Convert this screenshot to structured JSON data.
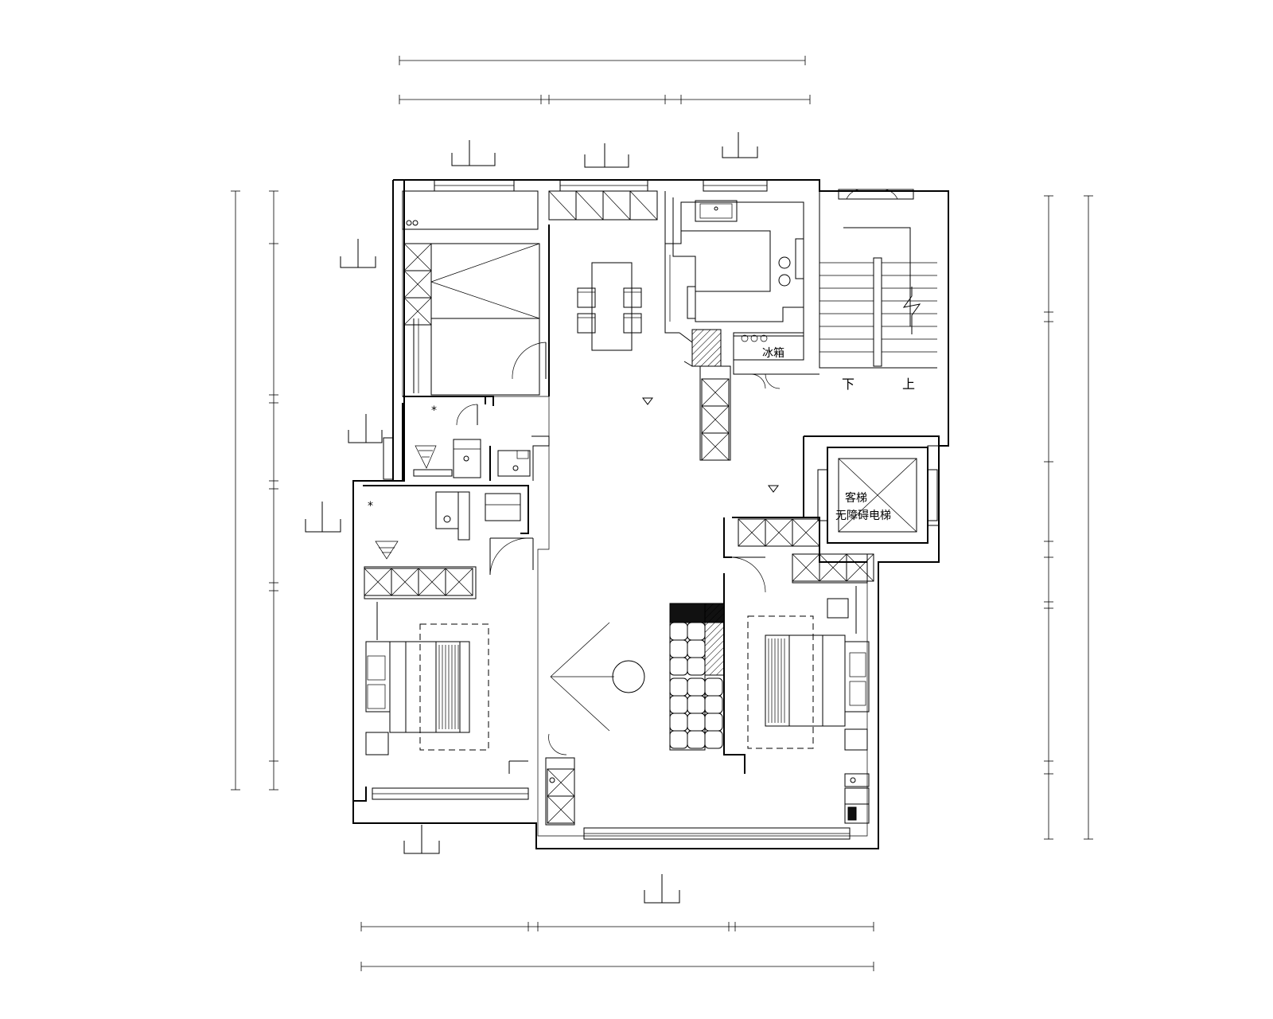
{
  "labels": {
    "stairs_down": "下",
    "stairs_up": "上",
    "elevator_line1": "客梯",
    "elevator_line2": "无障碍电梯",
    "fridge": "冰箱"
  }
}
